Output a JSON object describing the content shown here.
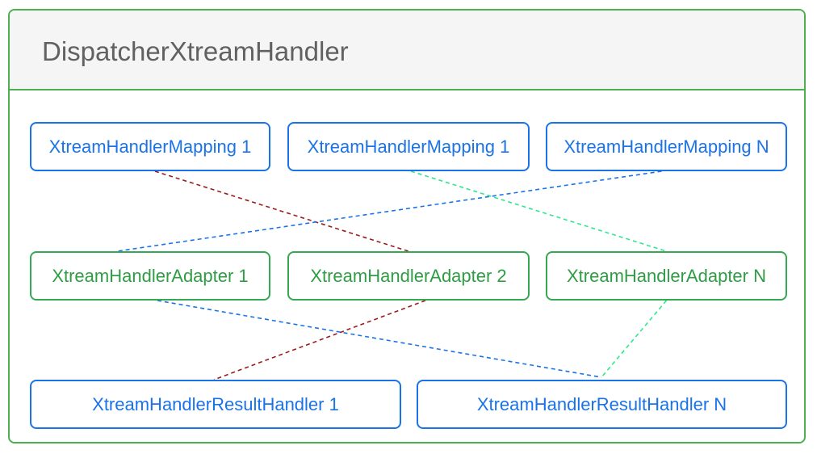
{
  "title": "DispatcherXtreamHandler",
  "colors": {
    "panel_border": "#4caf50",
    "header_bg": "#f5f5f5",
    "title_text": "#616161",
    "mapping_color": "#1a73e8",
    "adapter_color": "#34a853",
    "link_red": "#9b1c1c",
    "link_blue": "#1a73e8",
    "link_green": "#2ee88a"
  },
  "mappings": [
    {
      "label": "XtreamHandlerMapping 1"
    },
    {
      "label": "XtreamHandlerMapping 1"
    },
    {
      "label": "XtreamHandlerMapping N"
    }
  ],
  "adapters": [
    {
      "label": "XtreamHandlerAdapter 1"
    },
    {
      "label": "XtreamHandlerAdapter 2"
    },
    {
      "label": "XtreamHandlerAdapter N"
    }
  ],
  "result_handlers": [
    {
      "label": "XtreamHandlerResultHandler 1"
    },
    {
      "label": "XtreamHandlerResultHandler N"
    }
  ],
  "links": [
    {
      "from": "mapping-0",
      "to": "adapter-1",
      "color": "red"
    },
    {
      "from": "mapping-1",
      "to": "adapter-2",
      "color": "green"
    },
    {
      "from": "mapping-2",
      "to": "adapter-0",
      "color": "blue"
    },
    {
      "from": "adapter-0",
      "to": "result-1",
      "color": "blue"
    },
    {
      "from": "adapter-1",
      "to": "result-0",
      "color": "red"
    },
    {
      "from": "adapter-2",
      "to": "result-1",
      "color": "green"
    }
  ]
}
